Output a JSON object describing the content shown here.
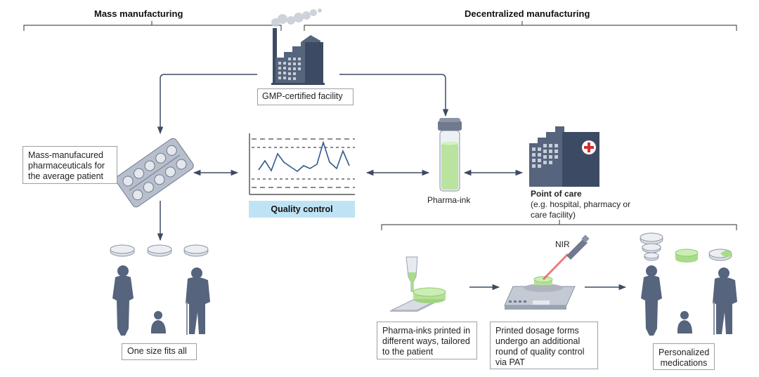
{
  "sections": {
    "mass_manufacturing": "Mass manufacturing",
    "decentralized_manufacturing": "Decentralized manufacturing"
  },
  "facility": {
    "label": "GMP-certified facility",
    "icon": "factory-icon"
  },
  "mass_product": {
    "label": "Mass-manufacured pharmaceuticals for the average patient",
    "icon": "blister-pack-icon"
  },
  "quality_control": {
    "label": "Quality control",
    "icon": "control-chart-icon",
    "label_bg": "#bfe3f5",
    "line_color": "#2e5b8a"
  },
  "pharma_ink": {
    "label": "Pharma-ink",
    "icon": "vial-icon",
    "ink_color": "#b9e39e"
  },
  "point_of_care": {
    "title": "Point of care",
    "subtitle": "(e.g. hospital, pharmacy or care facility)",
    "icon": "hospital-icon",
    "cross_color": "#d32f2f"
  },
  "one_size": {
    "label": "One size fits all"
  },
  "printing": {
    "label": "Pharma-inks printed in different ways, tailored to the patient",
    "icon": "printer-nozzle-icon"
  },
  "pat": {
    "label": "Printed dosage forms undergo an additional round of quality control via PAT",
    "icon": "scale-icon",
    "probe_label": "NIR"
  },
  "personalized": {
    "label": "Personalized medications"
  },
  "colors": {
    "figure": "#56647d",
    "building_dark": "#3d4a63",
    "building_mid": "#56647d",
    "pill": "#d8dce3",
    "green": "#a8dc8a"
  }
}
